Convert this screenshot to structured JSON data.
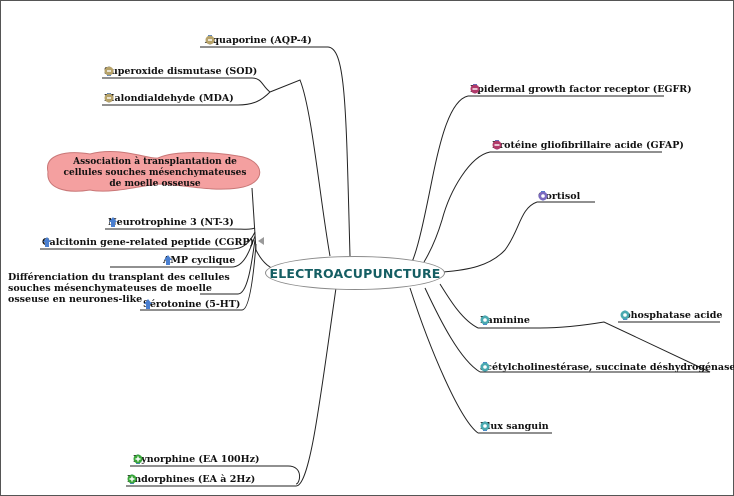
{
  "central": "ELECTROACUPUNCTURE",
  "association": "Association à transplantation de cellules souches mésenchymateuses de moelle osseuse",
  "colors": {
    "line": "#222222",
    "central_text": "#155e63",
    "bubble_fill": "#f4a0a0",
    "bubble_stroke": "#c97777",
    "up_arrow": "#4a7fd0",
    "down_arrow": "#4a7fd0"
  },
  "left": {
    "aqp4": {
      "label": "Aquaporine (AQP-4)",
      "icons": [
        "down-arrow-icon",
        "neutral-circle-icon"
      ]
    },
    "sod": {
      "label": "Superoxide dismutase (SOD)",
      "icons": [
        "up-arrow-icon",
        "neutral-circle-icon"
      ]
    },
    "mda": {
      "label": "Malondialdehyde (MDA)",
      "icons": [
        "down-arrow-icon",
        "neutral-circle-icon"
      ]
    },
    "nt3": {
      "label": "Neurotrophine 3 (NT-3)",
      "icons": [
        "up-arrow-icon"
      ]
    },
    "cgrp": {
      "label": "Calcitonin gene-related peptide (CGRP)",
      "icons": [
        "up-arrow-icon"
      ]
    },
    "amp": {
      "label": "AMP cyclique",
      "icons": [
        "up-arrow-icon"
      ]
    },
    "diff": {
      "label": "Différenciation du transplant des cellules souches mésenchymateuses de moelle osseuse en neurones-like",
      "icons": []
    },
    "ht": {
      "label": "Sérotonine (5-HT)",
      "icons": [
        "up-arrow-icon"
      ]
    },
    "dyn": {
      "label": "Dynorphine (EA 100Hz)",
      "icons": [
        "up-arrow-icon",
        "positive-circle-icon"
      ]
    },
    "endo": {
      "label": "Endorphines (EA à 2Hz)",
      "icons": [
        "up-arrow-icon",
        "positive-circle-icon"
      ]
    }
  },
  "right": {
    "egfr": {
      "label": "Epidermal growth factor receptor (EGFR)",
      "icons": [
        "down-arrow-icon",
        "negative-circle-icon"
      ]
    },
    "gfap": {
      "label": "Protéine gliofibrillaire acide (GFAP)",
      "icons": [
        "down-arrow-icon",
        "negative-circle-icon"
      ]
    },
    "cortisol": {
      "label": "Cortisol",
      "icons": [
        "down-arrow-icon",
        "purple-circle-icon"
      ]
    },
    "laminine": {
      "label": "Laminine",
      "icons": [
        "up-arrow-icon",
        "teal-circle-icon"
      ]
    },
    "phos": {
      "label": "phosphatase acide",
      "icons": [
        "up-arrow-icon",
        "teal-circle-icon"
      ]
    },
    "ache": {
      "label": "acétylcholinestérase, succinate déshydrogénase",
      "icons": [
        "down-arrow-icon",
        "teal-circle-icon"
      ]
    },
    "flux": {
      "label": "Flux sanguin",
      "icons": [
        "up-arrow-icon",
        "teal-circle-icon"
      ]
    }
  }
}
